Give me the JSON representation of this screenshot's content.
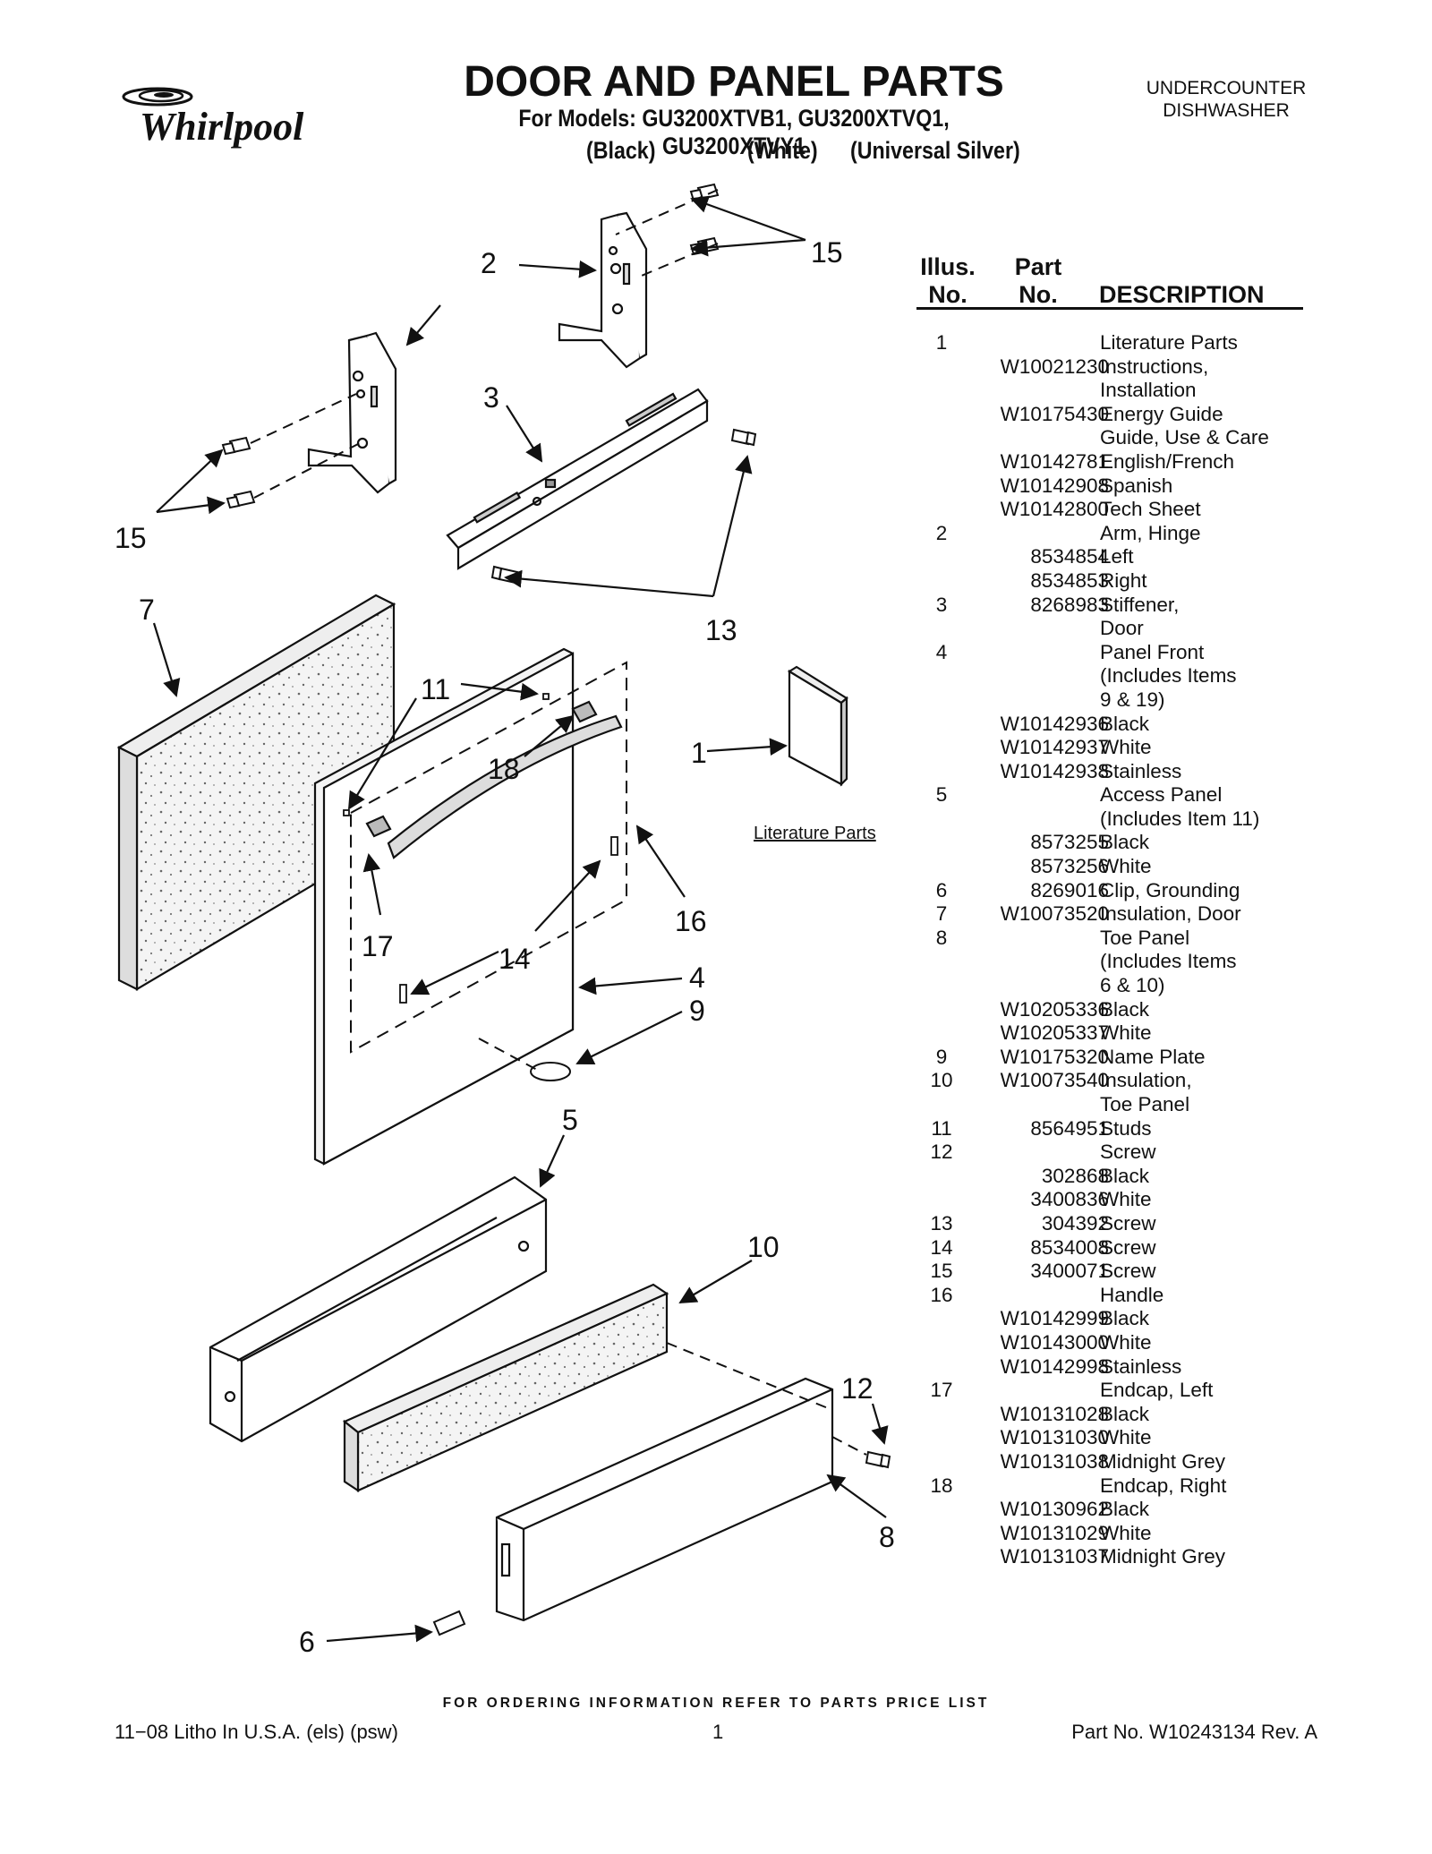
{
  "brand": "Whirlpool",
  "header": {
    "title": "DOOR AND PANEL PARTS",
    "models_line": "For Models: GU3200XTVB1, GU3200XTVQ1, GU3200XTVY1",
    "colors": [
      "(Black)",
      "(White)",
      "(Universal Silver)"
    ],
    "category_line1": "UNDERCOUNTER",
    "category_line2": "DISHWASHER"
  },
  "table_header": {
    "illus_1": "Illus.",
    "illus_2": "No.",
    "part_1": "Part",
    "part_2": "No.",
    "description": "DESCRIPTION"
  },
  "parts": [
    {
      "illus": "1",
      "part": "",
      "desc": "Literature Parts"
    },
    {
      "illus": "",
      "part": "W10021230",
      "desc": "Instructions,"
    },
    {
      "illus": "",
      "part": "",
      "desc": "Installation"
    },
    {
      "illus": "",
      "part": "W10175430",
      "desc": "Energy Guide"
    },
    {
      "illus": "",
      "part": "",
      "desc": "Guide, Use & Care"
    },
    {
      "illus": "",
      "part": "W10142781",
      "desc": "English/French"
    },
    {
      "illus": "",
      "part": "W10142908",
      "desc": "Spanish"
    },
    {
      "illus": "",
      "part": "W10142800",
      "desc": "Tech Sheet"
    },
    {
      "illus": "2",
      "part": "",
      "desc": "Arm, Hinge"
    },
    {
      "illus": "",
      "part": "8534854",
      "desc": "Left"
    },
    {
      "illus": "",
      "part": "8534853",
      "desc": "Right"
    },
    {
      "illus": "3",
      "part": "8268983",
      "desc": "Stiffener,"
    },
    {
      "illus": "",
      "part": "",
      "desc": "Door"
    },
    {
      "illus": "4",
      "part": "",
      "desc": "Panel Front"
    },
    {
      "illus": "",
      "part": "",
      "desc": "(Includes Items"
    },
    {
      "illus": "",
      "part": "",
      "desc": "9 & 19)"
    },
    {
      "illus": "",
      "part": "W10142936",
      "desc": "Black"
    },
    {
      "illus": "",
      "part": "W10142937",
      "desc": "White"
    },
    {
      "illus": "",
      "part": "W10142938",
      "desc": "Stainless"
    },
    {
      "illus": "5",
      "part": "",
      "desc": "Access Panel"
    },
    {
      "illus": "",
      "part": "",
      "desc": "(Includes Item 11)"
    },
    {
      "illus": "",
      "part": "8573255",
      "desc": "Black"
    },
    {
      "illus": "",
      "part": "8573256",
      "desc": "White"
    },
    {
      "illus": "6",
      "part": "8269016",
      "desc": "Clip, Grounding"
    },
    {
      "illus": "7",
      "part": "W10073520",
      "desc": "Insulation, Door"
    },
    {
      "illus": "8",
      "part": "",
      "desc": "Toe Panel"
    },
    {
      "illus": "",
      "part": "",
      "desc": "(Includes Items"
    },
    {
      "illus": "",
      "part": "",
      "desc": "6 & 10)"
    },
    {
      "illus": "",
      "part": "W10205336",
      "desc": "Black"
    },
    {
      "illus": "",
      "part": "W10205337",
      "desc": "White"
    },
    {
      "illus": "9",
      "part": "W10175320",
      "desc": "Name Plate"
    },
    {
      "illus": "10",
      "part": "W10073540",
      "desc": "Insulation,"
    },
    {
      "illus": "",
      "part": "",
      "desc": "Toe Panel"
    },
    {
      "illus": "11",
      "part": "8564951",
      "desc": "Studs"
    },
    {
      "illus": "12",
      "part": "",
      "desc": "Screw"
    },
    {
      "illus": "",
      "part": "302868",
      "desc": "Black"
    },
    {
      "illus": "",
      "part": "3400836",
      "desc": "White"
    },
    {
      "illus": "13",
      "part": "304392",
      "desc": "Screw"
    },
    {
      "illus": "14",
      "part": "8534008",
      "desc": "Screw"
    },
    {
      "illus": "15",
      "part": "3400071",
      "desc": "Screw"
    },
    {
      "illus": "16",
      "part": "",
      "desc": "Handle"
    },
    {
      "illus": "",
      "part": "W10142999",
      "desc": "Black"
    },
    {
      "illus": "",
      "part": "W10143000",
      "desc": "White"
    },
    {
      "illus": "",
      "part": "W10142998",
      "desc": "Stainless"
    },
    {
      "illus": "17",
      "part": "",
      "desc": "Endcap, Left"
    },
    {
      "illus": "",
      "part": "W10131028",
      "desc": "Black"
    },
    {
      "illus": "",
      "part": "W10131030",
      "desc": "White"
    },
    {
      "illus": "",
      "part": "W10131038",
      "desc": "Midnight Grey"
    },
    {
      "illus": "18",
      "part": "",
      "desc": "Endcap, Right"
    },
    {
      "illus": "",
      "part": "W10130962",
      "desc": "Black"
    },
    {
      "illus": "",
      "part": "W10131029",
      "desc": "White"
    },
    {
      "illus": "",
      "part": "W10131037",
      "desc": "Midnight Grey"
    }
  ],
  "diagram": {
    "callouts": [
      "1",
      "2",
      "3",
      "4",
      "5",
      "6",
      "7",
      "8",
      "9",
      "10",
      "11",
      "12",
      "13",
      "14",
      "15",
      "15",
      "16",
      "17",
      "18"
    ],
    "literature_label": "Literature Parts"
  },
  "footer": {
    "ordering_note": "FOR ORDERING INFORMATION REFER TO PARTS PRICE LIST",
    "left": "11−08 Litho In U.S.A. (els) (psw)",
    "page": "1",
    "right": "Part No. W10243134 Rev. A"
  }
}
